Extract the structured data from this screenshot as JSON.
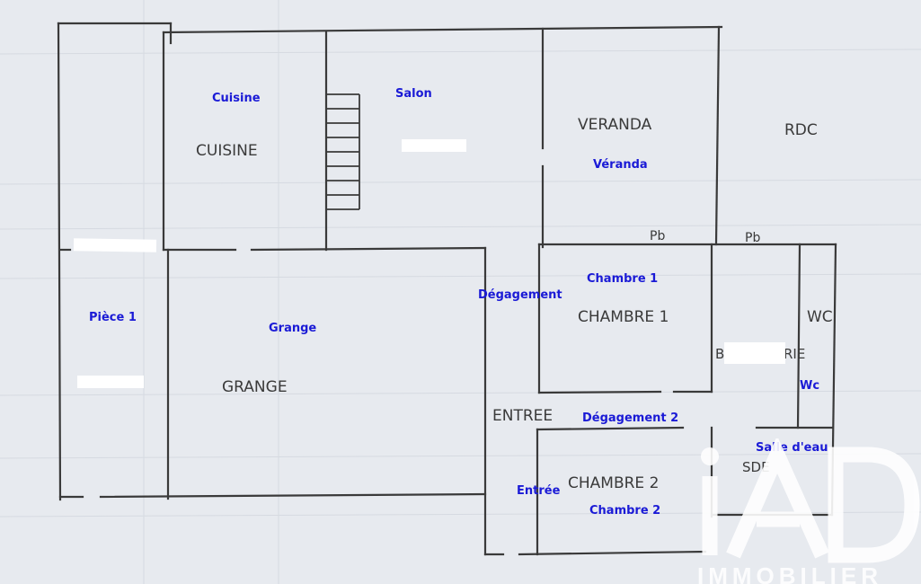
{
  "plan": {
    "level": "RDC",
    "original_labels": {
      "cuisine": "CUISINE",
      "veranda": "VERANDA",
      "chambre1": "CHAMBRE 1",
      "chambre2": "CHAMBRE 2",
      "grange": "GRANGE",
      "entree": "ENTREE",
      "wc": "WC",
      "sde": "SDE",
      "pb_left": "Pb",
      "pb_right": "Pb",
      "bu_prefix": "B",
      "bu_suffix": "RIE"
    },
    "room_labels": {
      "cuisine": "Cuisine",
      "salon": "Salon",
      "veranda": "Véranda",
      "chambre1": "Chambre 1",
      "degagement": "Dégagement",
      "piece1": "Pièce 1",
      "grange": "Grange",
      "degagement2": "Dégagement 2",
      "wc": "Wc",
      "salle_eau": "Salle d'eau",
      "entree": "Entrée",
      "chambre2": "Chambre 2"
    }
  },
  "watermark": {
    "brand": "iAD",
    "subtitle": "IMMOBILIER"
  },
  "colors": {
    "annotation": "#1a1ad6",
    "wall": "#3a3a3a",
    "background": "#e7eaef"
  }
}
